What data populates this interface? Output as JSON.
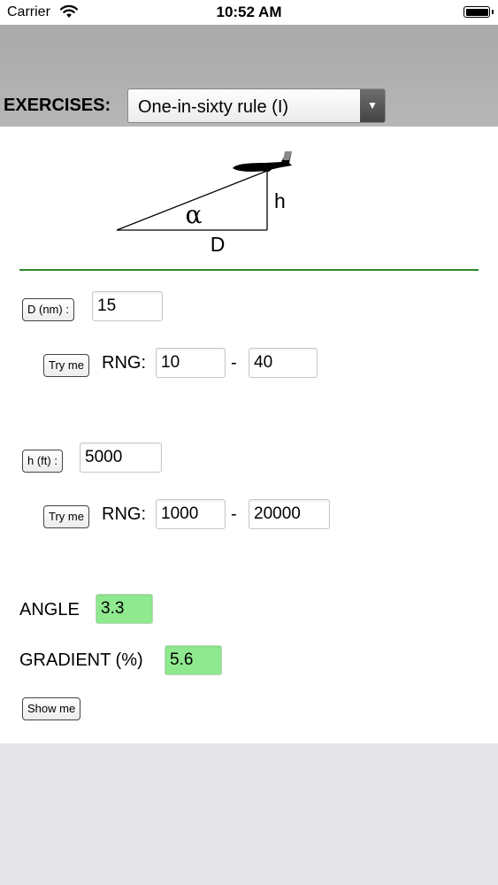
{
  "status_bar": {
    "carrier": "Carrier",
    "time": "10:52 AM"
  },
  "header": {
    "exercises_label": "EXERCISES:",
    "selected_exercise": "One-in-sixty rule (I)"
  },
  "diagram": {
    "angle_symbol": "α",
    "height_label": "h",
    "distance_label": "D"
  },
  "distance": {
    "button_label": "D (nm) :",
    "value": "15",
    "try_me_label": "Try me",
    "rng_label": "RNG:",
    "range_min": "10",
    "range_sep": "-",
    "range_max": "40"
  },
  "height": {
    "button_label": "h (ft) :",
    "value": "5000",
    "try_me_label": "Try me",
    "rng_label": "RNG:",
    "range_min": "1000",
    "range_sep": "-",
    "range_max": "20000"
  },
  "results": {
    "angle_label": "ANGLE",
    "angle_value": "3.3",
    "gradient_label": "GRADIENT (%)",
    "gradient_value": "5.6",
    "show_me_label": "Show me"
  },
  "colors": {
    "divider": "#2e8b2e",
    "result_field": "#8fe98f",
    "header": "#b0b0b0"
  }
}
